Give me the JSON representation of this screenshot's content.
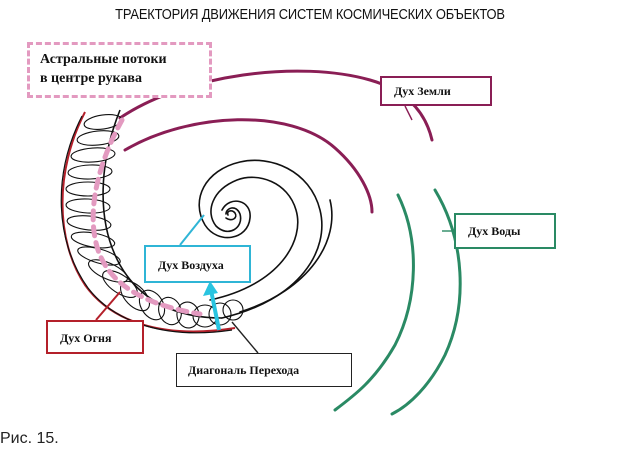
{
  "title": "ТРАЕКТОРИЯ ДВИЖЕНИЯ СИСТЕМ КОСМИЧЕСКИХ ОБЪЕКТОВ",
  "caption": "Рис. 15.",
  "labels": {
    "astral_line1": "Астральные потоки",
    "astral_line2": "в центре рукава",
    "earth": "Дух Земли",
    "water": "Дух Воды",
    "air": "Дух Воздуха",
    "fire": "Дух Огня",
    "diagonal": "Диагональ Перехода"
  },
  "colors": {
    "earth": "#8a1e55",
    "water": "#2a8a64",
    "air": "#2fb5d6",
    "fire": "#b4202a",
    "astral": "#e39ac0",
    "spiral": "#111111"
  }
}
